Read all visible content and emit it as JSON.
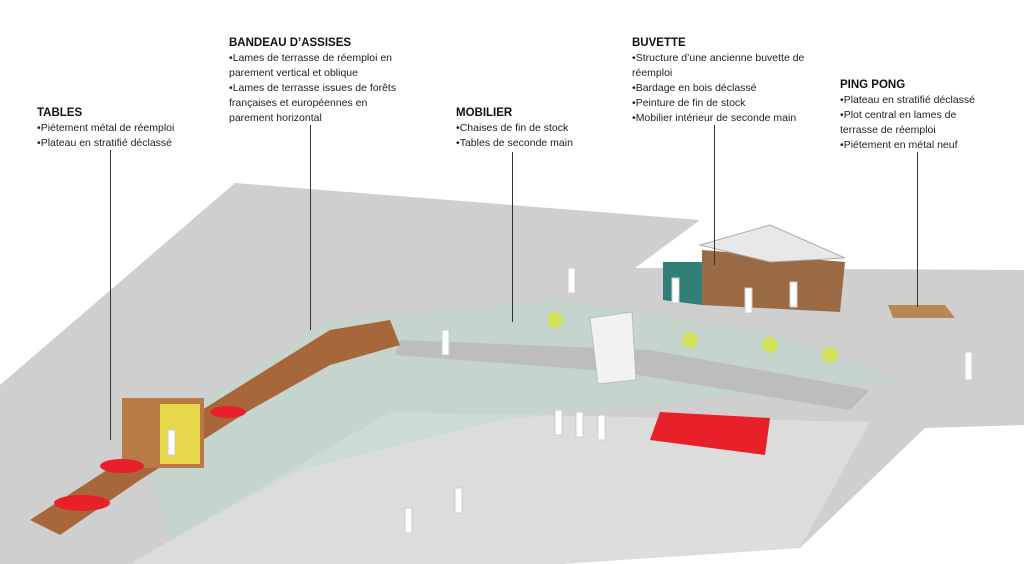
{
  "callouts": [
    {
      "id": "tables",
      "title": "TABLES",
      "items": [
        "Piétement métal de réemploi",
        "Plateau en stratifié déclassé"
      ]
    },
    {
      "id": "bandeau",
      "title": "BANDEAU D’ASSISES",
      "items": [
        "Lames de terrasse de réemploi en parement vertical et oblique",
        "Lames de terrasse issues de forêts françaises et européennes en parement horizontal"
      ]
    },
    {
      "id": "mobilier",
      "title": "MOBILIER",
      "items": [
        "Chaises de fin de stock",
        "Tables de seconde main"
      ]
    },
    {
      "id": "buvette",
      "title": "BUVETTE",
      "items": [
        "Structure d’une ancienne buvette de réemploi",
        "Bardage en bois déclassé",
        "Peinture de fin de stock",
        "Mobilier intérieur de seconde main"
      ]
    },
    {
      "id": "pingpong",
      "title": "PING PONG",
      "items": [
        "Plateau en stratifié déclassé",
        "Plot central en lames de terrasse de réemploi",
        "Piétement en métal neuf"
      ]
    }
  ],
  "colors": {
    "plaza": "#cfcfcf",
    "foreground": "#dedede",
    "wood": "#a8673a",
    "red": "#e8202a",
    "teal": "#2f7f76",
    "yellow": "#f0d21a"
  }
}
